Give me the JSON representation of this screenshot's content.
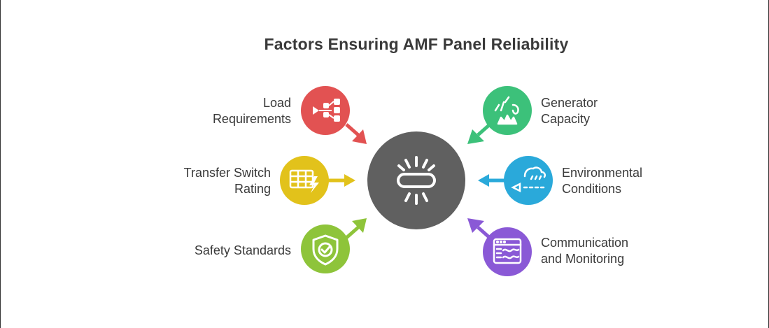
{
  "title": "Factors Ensuring AMF Panel Reliability",
  "center": {
    "icon": "light-bulb-glow-icon",
    "color": "#606060"
  },
  "factors": [
    {
      "id": "load",
      "lines": [
        "Load",
        "Requirements"
      ],
      "icon": "flow-diagram-icon",
      "color": "#e25252"
    },
    {
      "id": "transfer",
      "lines": [
        "Transfer Switch",
        "Rating"
      ],
      "icon": "table-lightning-icon",
      "color": "#e2c21b"
    },
    {
      "id": "safety",
      "lines": [
        "Safety Standards"
      ],
      "icon": "shield-check-icon",
      "color": "#8ec43a"
    },
    {
      "id": "generator",
      "lines": [
        "Generator",
        "Capacity"
      ],
      "icon": "fire-sparks-icon",
      "color": "#3cc17a"
    },
    {
      "id": "environment",
      "lines": [
        "Environmental",
        "Conditions"
      ],
      "icon": "cloud-rain-icon",
      "color": "#2aa9da"
    },
    {
      "id": "communication",
      "lines": [
        "Communication",
        "and Monitoring"
      ],
      "icon": "monitor-graph-icon",
      "color": "#8a59d6"
    }
  ]
}
